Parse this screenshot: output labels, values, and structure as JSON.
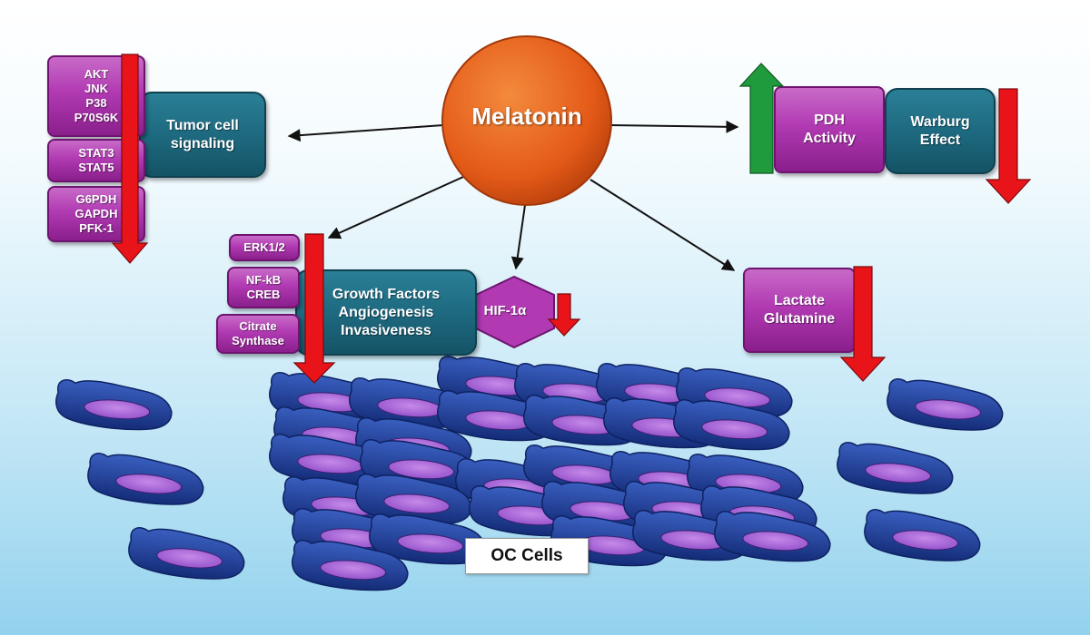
{
  "center": {
    "label": "Melatonin"
  },
  "signaling": {
    "kinases": "AKT\nJNK\nP38\nP70S6K",
    "stats": "STAT3\nSTAT5",
    "enzymes": "G6PDH\nGAPDH\nPFK-1",
    "process": "Tumor cell\nsignaling"
  },
  "metabolism": {
    "pdh": "PDH\nActivity",
    "warburg": "Warburg\nEffect"
  },
  "growth": {
    "erk": "ERK1/2",
    "nfkb": "NF-kB\nCREB",
    "citrate": "Citrate\nSynthase",
    "process": "Growth Factors\nAngiogenesis\nInvasiveness",
    "hif": "HIF-1α"
  },
  "lactate": {
    "label": "Lactate\nGlutamine"
  },
  "cells": {
    "label": "OC Cells"
  },
  "colors": {
    "pink": "#b13ab2",
    "teal": "#1e6a80",
    "melatonin": "#e8601c",
    "down_arrow": "#e8141a",
    "up_arrow": "#1f9a3c",
    "cell_body": "#1c3f9a",
    "nucleus": "#a764d8"
  }
}
